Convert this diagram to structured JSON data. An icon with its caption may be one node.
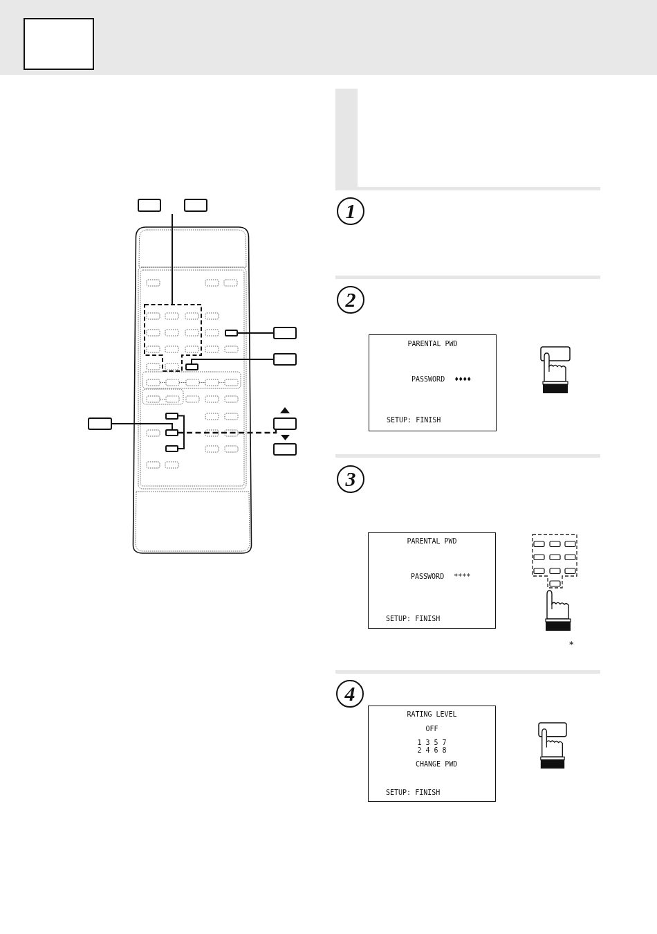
{
  "diagram": {
    "nodes": [
      {
        "text": [],
        "shape": "box"
      },
      {
        "text": [],
        "shape": "box"
      },
      {
        "text": [],
        "shape": "box"
      },
      {
        "text": [],
        "shape": "box"
      },
      {
        "text": [],
        "shape": "box"
      },
      {
        "text": [],
        "shape": "box"
      },
      {
        "text": [],
        "shape": "box"
      },
      {
        "text": [],
        "shape": "box"
      },
      {
        "text": [],
        "shape": "box"
      },
      {
        "text": [],
        "shape": "box"
      },
      {
        "text": [],
        "shape": "box"
      },
      {
        "text": [],
        "shape": "box"
      },
      {
        "text": [],
        "shape": "box"
      },
      {
        "text": [
          "PARENTAL PWD",
          "PASSWORD ♦♦♦♦",
          "SETUP: FINISH"
        ]
      },
      {
        "text": [
          "PARENTAL PWD",
          "PASSWORD ****",
          "SETUP: FINISH"
        ]
      },
      {
        "text": [
          "RATING LEVEL",
          "OFF",
          "1 3 5 7",
          "2 4 6 8",
          "CHANGE PWD",
          "SETUP: FINISH"
        ]
      }
    ],
    "edges": [
      {
        "from": null,
        "to": 2,
        "arrow": "none"
      },
      {
        "from": 3,
        "to": 4,
        "arrow": "none"
      },
      {
        "from": 5,
        "to": 6,
        "arrow": "none"
      },
      {
        "from": 8,
        "to": 10,
        "arrow": "none"
      },
      {
        "from": 9,
        "to": 10,
        "arrow": "none",
        "style": "dashed"
      },
      {
        "from": 7,
        "to": 12,
        "arrow": "none"
      }
    ],
    "labels": [
      "1",
      "2",
      "3",
      "*",
      "4"
    ]
  }
}
